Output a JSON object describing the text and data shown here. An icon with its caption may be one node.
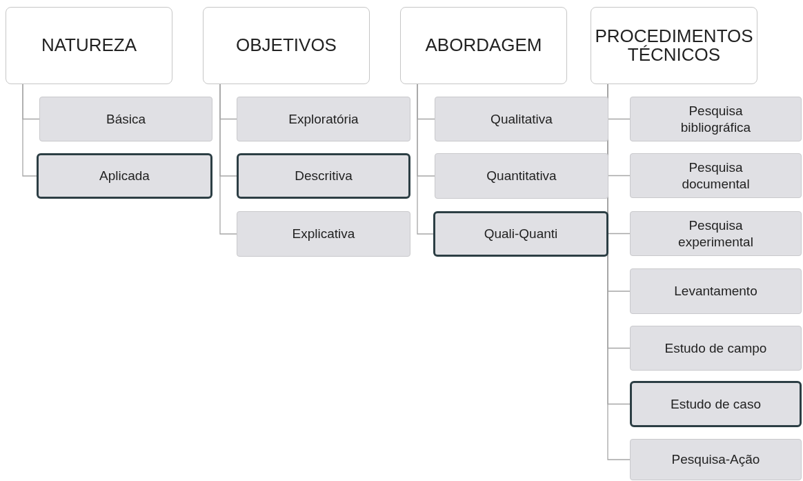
{
  "diagram": {
    "nodes": [
      {
        "text": [
          "NATUREZA"
        ]
      },
      {
        "text": [
          "Básica"
        ]
      },
      {
        "text": [
          "Aplicada"
        ]
      },
      {
        "text": [
          "OBJETIVOS"
        ]
      },
      {
        "text": [
          "Exploratória"
        ]
      },
      {
        "text": [
          "Descritiva"
        ]
      },
      {
        "text": [
          "Explicativa"
        ]
      },
      {
        "text": [
          "ABORDAGEM"
        ]
      },
      {
        "text": [
          "Qualitativa"
        ]
      },
      {
        "text": [
          "Quantitativa"
        ]
      },
      {
        "text": [
          "Quali-Quanti"
        ]
      },
      {
        "text": [
          "PROCEDIMENTOS TÉCNICOS"
        ]
      },
      {
        "text": [
          "Pesquisa bibliográfica"
        ]
      },
      {
        "text": [
          "Pesquisa documental"
        ]
      },
      {
        "text": [
          "Pesquisa experimental"
        ]
      },
      {
        "text": [
          "Levantamento"
        ]
      },
      {
        "text": [
          "Estudo de campo"
        ]
      },
      {
        "text": [
          "Estudo de caso"
        ]
      },
      {
        "text": [
          "Pesquisa-Ação"
        ]
      }
    ],
    "edges": [
      {
        "from": 0,
        "to": 1,
        "arrow": "none"
      },
      {
        "from": 0,
        "to": 2,
        "arrow": "none"
      },
      {
        "from": 3,
        "to": 4,
        "arrow": "none"
      },
      {
        "from": 3,
        "to": 5,
        "arrow": "none"
      },
      {
        "from": 3,
        "to": 6,
        "arrow": "none"
      },
      {
        "from": 7,
        "to": 8,
        "arrow": "none"
      },
      {
        "from": 7,
        "to": 9,
        "arrow": "none"
      },
      {
        "from": 7,
        "to": 10,
        "arrow": "none"
      },
      {
        "from": 11,
        "to": 12,
        "arrow": "none"
      },
      {
        "from": 11,
        "to": 13,
        "arrow": "none"
      },
      {
        "from": 11,
        "to": 14,
        "arrow": "none"
      },
      {
        "from": 11,
        "to": 15,
        "arrow": "none"
      },
      {
        "from": 11,
        "to": 16,
        "arrow": "none"
      },
      {
        "from": 11,
        "to": 17,
        "arrow": "none"
      },
      {
        "from": 11,
        "to": 18,
        "arrow": "none"
      }
    ]
  }
}
